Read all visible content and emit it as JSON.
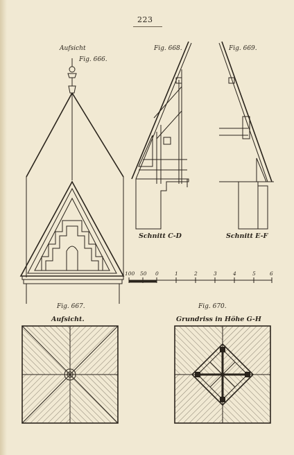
{
  "page_number": "223",
  "figures": {
    "fig666": "Fig. 666.",
    "fig667": "Fig. 667.",
    "fig668": "Fig. 668.",
    "fig669": "Fig. 669.",
    "fig670": "Fig. 670."
  },
  "captions": {
    "aufsicht_top": "Aufsicht",
    "schnitt_cd": "Schnitt C-D",
    "schnitt_ef": "Schnitt E-F",
    "aufsicht_bottom": "Aufsicht.",
    "grundriss": "Grundriss in Höhe G-H"
  },
  "scale_bar": {
    "labels": [
      "100",
      "50",
      "0",
      "1",
      "2",
      "3",
      "4",
      "5",
      "6"
    ]
  },
  "colors": {
    "paper": "#f1e9d3",
    "ink": "#2a241c"
  }
}
